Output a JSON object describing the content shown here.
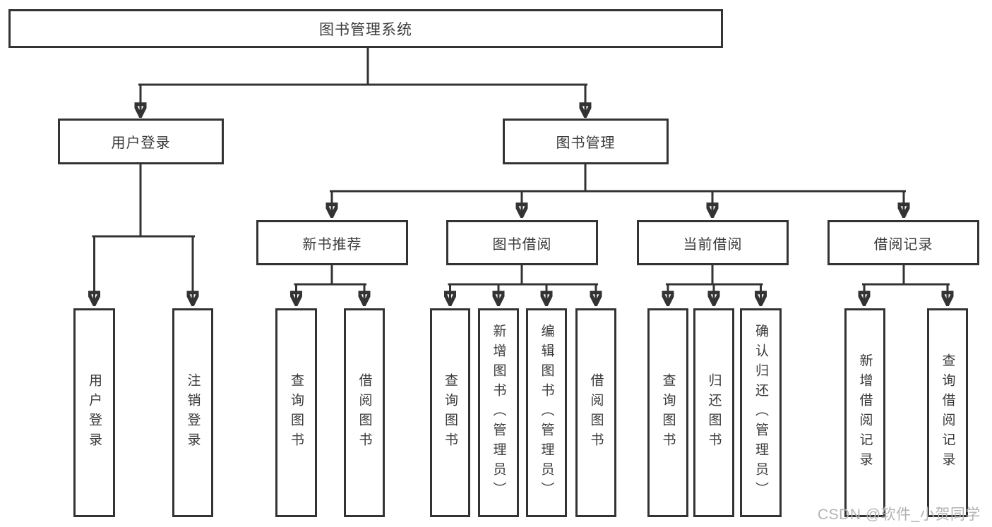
{
  "diagram": {
    "root": {
      "label": "图书管理系统",
      "children": [
        {
          "label": "用户登录",
          "children": [
            {
              "label": "用户登录"
            },
            {
              "label": "注销登录"
            }
          ]
        },
        {
          "label": "图书管理",
          "children": [
            {
              "label": "新书推荐",
              "children": [
                {
                  "label": "查询图书"
                },
                {
                  "label": "借阅图书"
                }
              ]
            },
            {
              "label": "图书借阅",
              "children": [
                {
                  "label": "查询图书"
                },
                {
                  "label": "新增图书（管理员）"
                },
                {
                  "label": "编辑图书（管理员）"
                },
                {
                  "label": "借阅图书"
                }
              ]
            },
            {
              "label": "当前借阅",
              "children": [
                {
                  "label": "查询图书"
                },
                {
                  "label": "归还图书"
                },
                {
                  "label": "确认归还（管理员）"
                }
              ]
            },
            {
              "label": "借阅记录",
              "children": [
                {
                  "label": "新增借阅记录"
                },
                {
                  "label": "查询借阅记录"
                }
              ]
            }
          ]
        }
      ]
    },
    "colors": {
      "line": "#333333",
      "text": "#3a3a3a",
      "watermark": "#b3b3b3",
      "background": "#ffffff"
    }
  },
  "watermark": "CSDN @软件_小贺同学"
}
